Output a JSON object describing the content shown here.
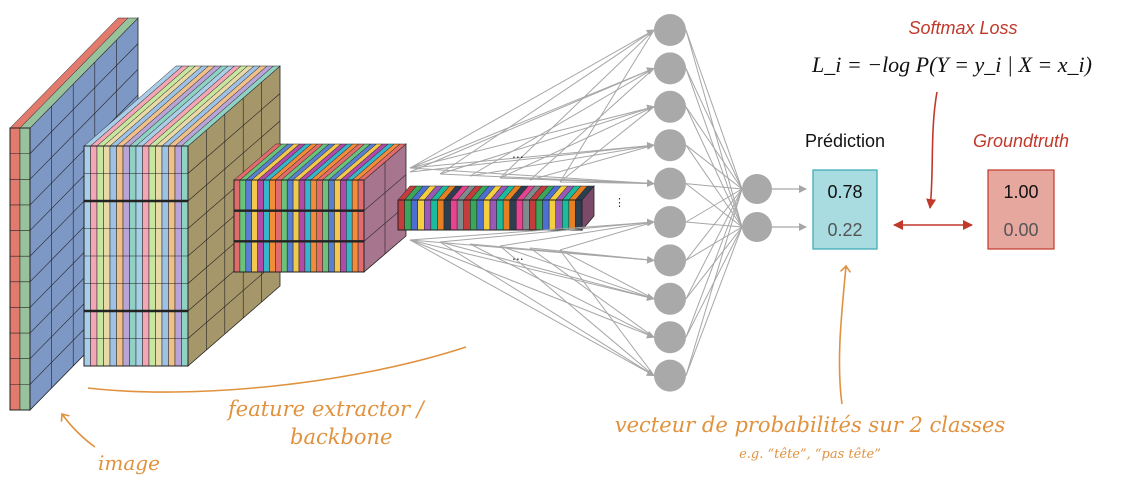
{
  "labels": {
    "softmax_title": "Softmax Loss",
    "formula": "L_i = −log P(Y = y_i | X = x_i)",
    "prediction_label": "Prédiction",
    "groundtruth_label": "Groundtruth",
    "image_label": "image",
    "extractor_line1": "feature extractor /",
    "extractor_line2": "backbone",
    "vector_label": "vecteur de probabilités sur 2 classes",
    "vector_example": "e.g. “tête”, “pas tête”",
    "ellipsis": "..."
  },
  "prediction": {
    "values": [
      "0.78",
      "0.22"
    ],
    "color": "#a9dce0",
    "border": "#3aa7b5"
  },
  "groundtruth": {
    "values": [
      "1.00",
      "0.00"
    ],
    "color": "#e6a79e",
    "border": "#c0392b"
  },
  "colors": {
    "annotation_orange": "#e0923e",
    "loss_red": "#c0392b",
    "node_gray": "#a9a9a9",
    "edge_gray": "#a6a6a6",
    "image_blue": "#7e98c6",
    "block_olive": "#a6976a",
    "block_mauve": "#a8758f",
    "vector_end": "#7b4a6b"
  },
  "layers": [
    {
      "name": "image-layer",
      "channels": [
        "#e27b6d",
        "#98c29b"
      ]
    },
    {
      "name": "conv-block-1",
      "channels": [
        "#a9cfe8",
        "#f3a6b4",
        "#c7e7a0",
        "#e8d9a6",
        "#9ec2e6",
        "#f0c08a",
        "#b9a4d8",
        "#8fd1c2"
      ]
    },
    {
      "name": "conv-block-2",
      "channels": [
        "#e26b6b",
        "#6bc27a",
        "#5b7fd0",
        "#f2c94c",
        "#b24aa8",
        "#37b6c9",
        "#f28c38"
      ]
    },
    {
      "name": "feature-vector",
      "channels": [
        "#c43c3c",
        "#3aa65a",
        "#4c6fd1",
        "#f4d03f",
        "#9b59b6",
        "#1abc9c",
        "#e67e22",
        "#2c3e50",
        "#e84393",
        "#7f8c8d"
      ]
    }
  ]
}
